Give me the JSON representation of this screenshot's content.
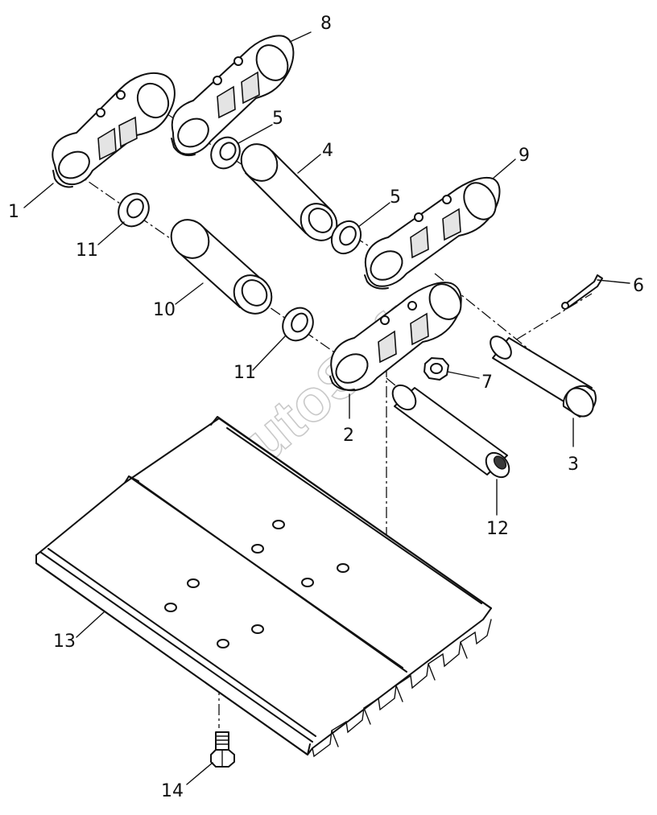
{
  "watermark": "AutoSoft",
  "callouts": [
    {
      "id": "callout-1",
      "text": "1"
    },
    {
      "id": "callout-2",
      "text": "2"
    },
    {
      "id": "callout-3",
      "text": "3"
    },
    {
      "id": "callout-4",
      "text": "4"
    },
    {
      "id": "callout-5a",
      "text": "5"
    },
    {
      "id": "callout-5b",
      "text": "5"
    },
    {
      "id": "callout-6",
      "text": "6"
    },
    {
      "id": "callout-7",
      "text": "7"
    },
    {
      "id": "callout-8",
      "text": "8"
    },
    {
      "id": "callout-9",
      "text": "9"
    },
    {
      "id": "callout-10",
      "text": "10"
    },
    {
      "id": "callout-11a",
      "text": "11"
    },
    {
      "id": "callout-11b",
      "text": "11"
    },
    {
      "id": "callout-12",
      "text": "12"
    },
    {
      "id": "callout-13",
      "text": "13"
    },
    {
      "id": "callout-14",
      "text": "14"
    }
  ]
}
